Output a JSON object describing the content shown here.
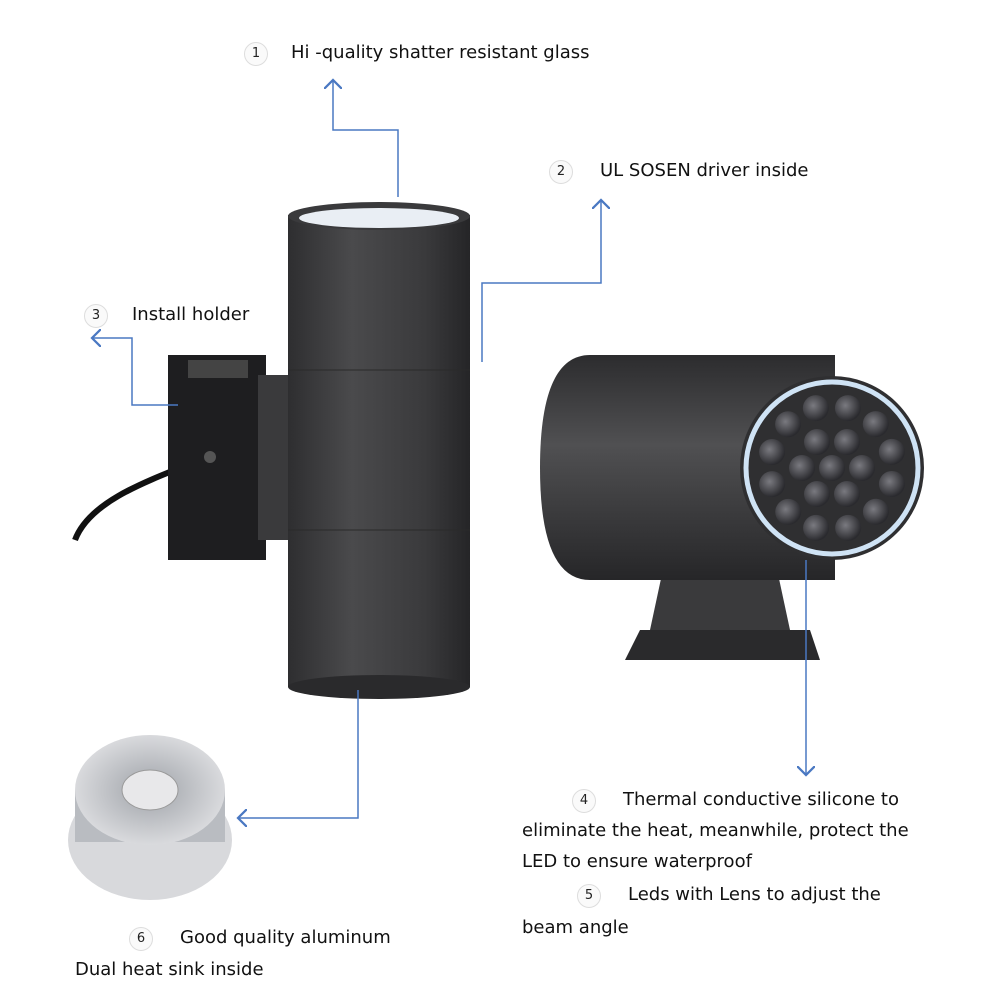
{
  "colors": {
    "arrow": "#4a78c2",
    "housing": "#3e3e40",
    "accent_glow": "#cfe3f5"
  },
  "callouts": [
    {
      "num": "1",
      "text": "Hi -quality shatter resistant glass"
    },
    {
      "num": "2",
      "text": "UL SOSEN driver inside"
    },
    {
      "num": "3",
      "text": "Install holder"
    },
    {
      "num": "4",
      "text": "Thermal conductive silicone to",
      "lines": [
        "eliminate the heat, meanwhile, protect the",
        "LED to ensure waterproof"
      ]
    },
    {
      "num": "5",
      "text": "Leds with Lens to adjust the",
      "lines": [
        "beam angle"
      ]
    },
    {
      "num": "6",
      "text": "Good quality aluminum",
      "lines": [
        "Dual heat sink inside"
      ]
    }
  ]
}
